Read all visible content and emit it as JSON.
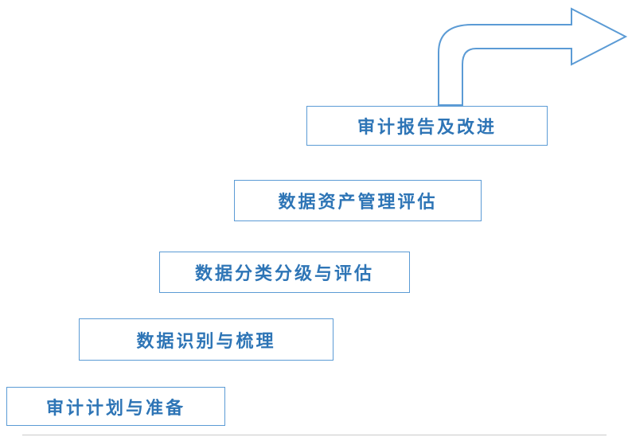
{
  "diagram": {
    "type": "staircase-process",
    "steps": [
      {
        "label": "审计计划与准备"
      },
      {
        "label": "数据识别与梳理"
      },
      {
        "label": "数据分类分级与评估"
      },
      {
        "label": "数据资产管理评估"
      },
      {
        "label": "审计报告及改进"
      }
    ],
    "arrow": {
      "icon": "curved-up-right-arrow"
    },
    "colors": {
      "box_border": "#5b9bd5",
      "text": "#2e75b6",
      "arrow_outline": "#5b9bd5",
      "background": "#ffffff"
    }
  }
}
